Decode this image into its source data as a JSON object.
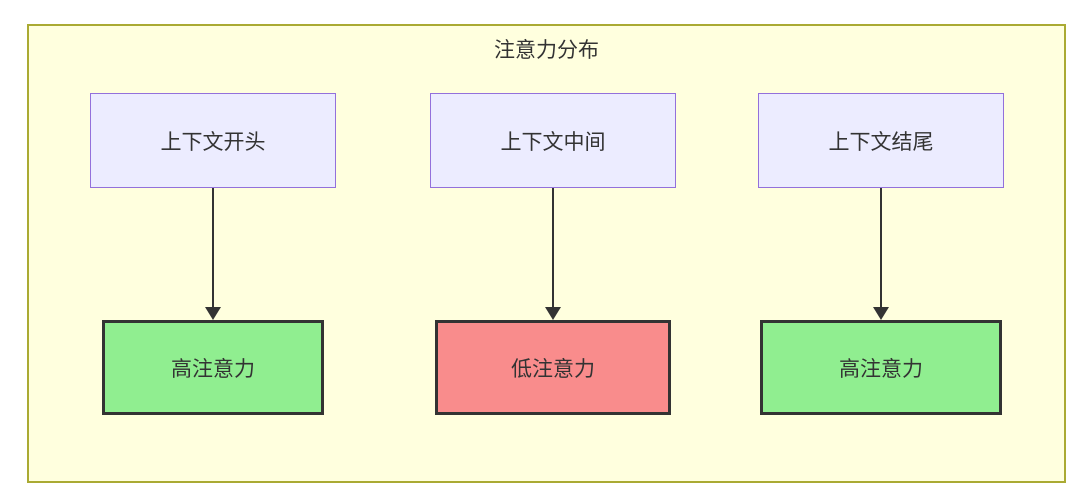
{
  "diagram": {
    "title": "注意力分布",
    "columns": [
      {
        "source": "上下文开头",
        "target": "高注意力",
        "target_type": "high"
      },
      {
        "source": "上下文中间",
        "target": "低注意力",
        "target_type": "low"
      },
      {
        "source": "上下文结尾",
        "target": "高注意力",
        "target_type": "high"
      }
    ],
    "colors": {
      "container_fill": "#ffffde",
      "container_border": "#aaaa33",
      "source_fill": "#ececff",
      "source_border": "#9370db",
      "high_fill": "#90ee90",
      "low_fill": "#f98c8c",
      "node_border": "#333333",
      "text": "#333333",
      "arrow": "#333333"
    }
  }
}
